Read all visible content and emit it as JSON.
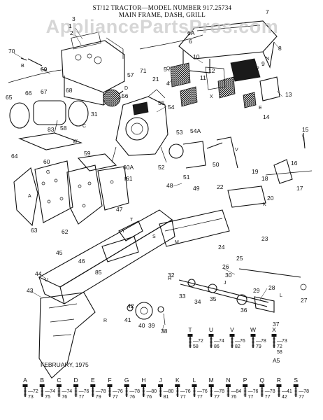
{
  "header": {
    "title_line1": "ST/12 TRACTOR—MODEL NUMBER 917.25734",
    "title_line2": "MAIN FRAME, DASH, GRILL"
  },
  "watermark": "AppliancePartsPros.com",
  "footer": {
    "date": "FEBRUARY, 1975",
    "code": "A5"
  },
  "callouts": [
    "1",
    "2",
    "3",
    "4",
    "5",
    "6",
    "6A",
    "7",
    "8",
    "9",
    "10",
    "11",
    "12",
    "13",
    "14",
    "15",
    "16",
    "17",
    "18",
    "19",
    "20",
    "21",
    "22",
    "23",
    "24",
    "25",
    "26",
    "27",
    "28",
    "29",
    "30",
    "31",
    "32",
    "33",
    "34",
    "35",
    "36",
    "37",
    "38",
    "39",
    "40",
    "41",
    "42",
    "43",
    "44",
    "45",
    "46",
    "47",
    "48",
    "49",
    "50",
    "51",
    "52",
    "53",
    "54",
    "54A",
    "55",
    "56",
    "57",
    "58",
    "59",
    "60",
    "60A",
    "61",
    "62",
    "63",
    "64",
    "65",
    "66",
    "67",
    "68",
    "69",
    "70",
    "71",
    "83",
    "85"
  ],
  "view_letters": [
    "A",
    "B",
    "C",
    "D",
    "E",
    "F",
    "G",
    "H",
    "J",
    "K",
    "L",
    "M",
    "N",
    "P",
    "Q",
    "R",
    "S",
    "T",
    "U",
    "V",
    "W",
    "X",
    "Y"
  ],
  "hardware_row1": [
    {
      "letter": "T",
      "parts": [
        "72",
        "58"
      ]
    },
    {
      "letter": "U",
      "parts": [
        "74",
        "86"
      ]
    },
    {
      "letter": "V",
      "parts": [
        "76",
        "82"
      ]
    },
    {
      "letter": "W",
      "parts": [
        "78",
        "79"
      ]
    },
    {
      "letter": "X",
      "parts": [
        "73",
        "72",
        "58"
      ]
    }
  ],
  "hardware_row2": [
    {
      "letter": "A",
      "parts": [
        "72",
        "73"
      ]
    },
    {
      "letter": "B",
      "parts": [
        "74",
        "75"
      ]
    },
    {
      "letter": "C",
      "parts": [
        "74",
        "76"
      ]
    },
    {
      "letter": "D",
      "parts": [
        "76",
        "77"
      ]
    },
    {
      "letter": "E",
      "parts": [
        "78",
        "79"
      ]
    },
    {
      "letter": "F",
      "parts": [
        "76",
        "77"
      ]
    },
    {
      "letter": "G",
      "parts": [
        "78",
        "76"
      ]
    },
    {
      "letter": "H",
      "parts": [
        "80",
        "76"
      ]
    },
    {
      "letter": "J",
      "parts": [
        "80",
        "81"
      ]
    },
    {
      "letter": "K",
      "parts": [
        "76",
        "77"
      ]
    },
    {
      "letter": "L",
      "parts": [
        "76",
        "77"
      ]
    },
    {
      "letter": "M",
      "parts": [
        "78",
        "77"
      ]
    },
    {
      "letter": "N",
      "parts": [
        "84",
        "76"
      ]
    },
    {
      "letter": "P",
      "parts": [
        "76",
        "77"
      ]
    },
    {
      "letter": "Q",
      "parts": [
        "78",
        "77"
      ]
    },
    {
      "letter": "R",
      "parts": [
        "41",
        "42"
      ]
    },
    {
      "letter": "S",
      "parts": [
        "78",
        "77"
      ]
    }
  ]
}
